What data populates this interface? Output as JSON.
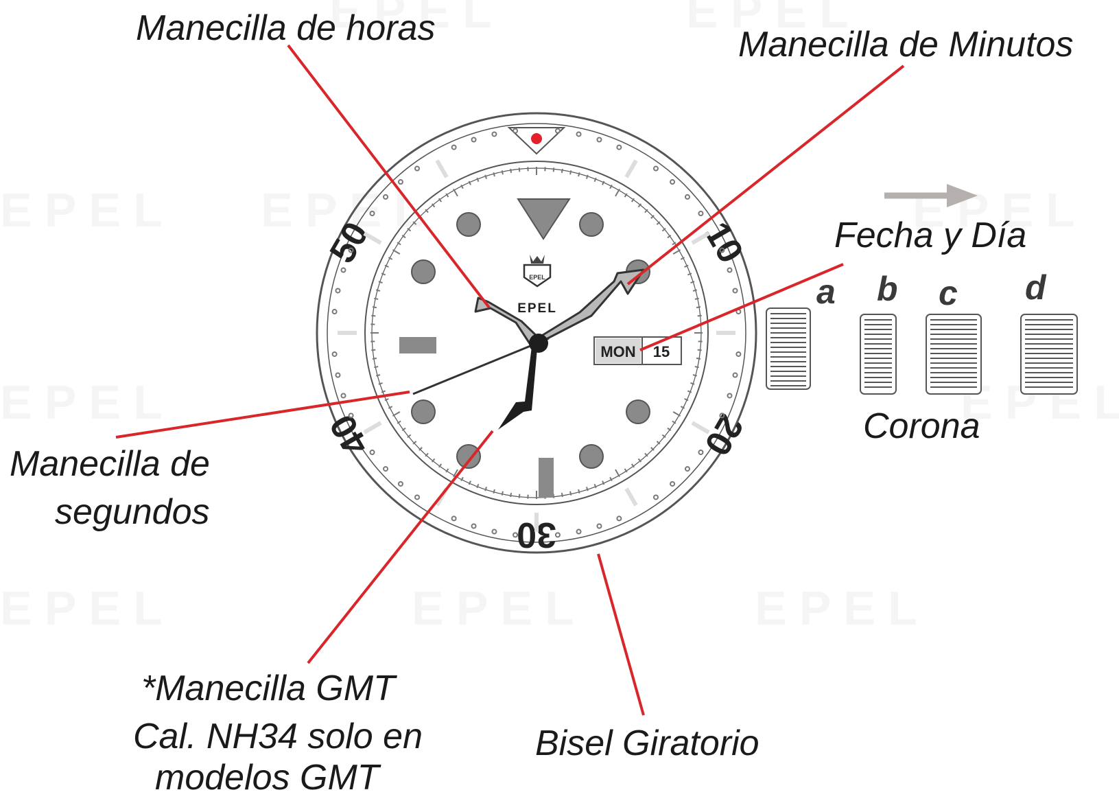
{
  "labels": {
    "hour_hand": "Manecilla de horas",
    "minute_hand": "Manecilla de Minutos",
    "date_day": "Fecha y Día",
    "crown": "Corona",
    "seconds_hand_1": "Manecilla de",
    "seconds_hand_2": "segundos",
    "gmt_1": "*Manecilla GMT",
    "gmt_2": "Cal. NH34 solo en",
    "gmt_3": "modelos GMT",
    "bezel": "Bisel Giratorio"
  },
  "crown_positions": [
    "a",
    "b",
    "c",
    "d"
  ],
  "dial": {
    "brand": "EPEL",
    "logo_monogram": "EPEL",
    "day_window": "MON",
    "date_window": "15",
    "bezel_numbers": [
      "10",
      "20",
      "30",
      "40",
      "50"
    ]
  },
  "watermark": {
    "text": "EPEL"
  },
  "colors": {
    "leader_line": "#d8262b",
    "lume_dot": "#8a8a8a",
    "outline": "#555555",
    "arrow": "#b5b0ad",
    "bezel_pip": "#e3202a"
  }
}
